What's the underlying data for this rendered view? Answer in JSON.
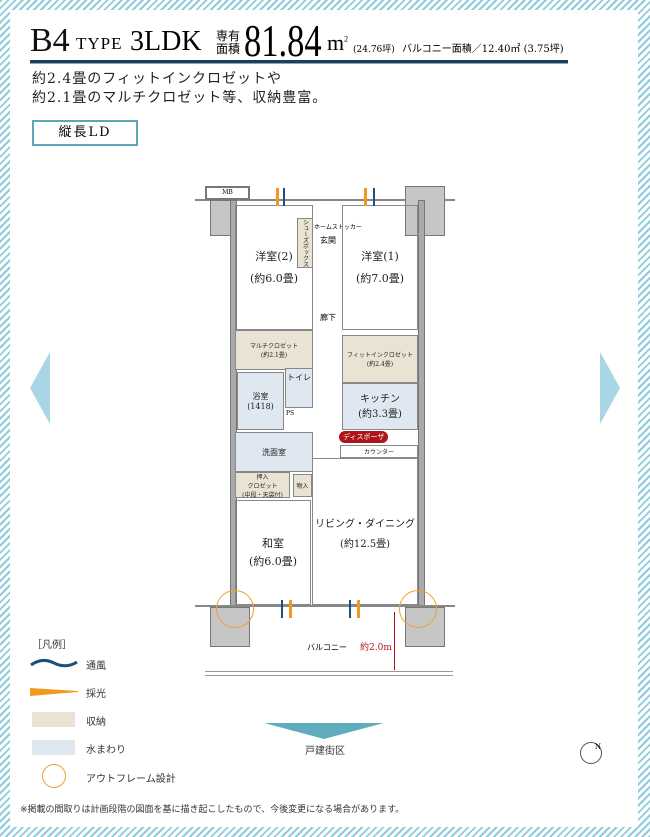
{
  "header": {
    "type_code": "B4",
    "type_word": "TYPE",
    "layout": "3LDK",
    "area_label_1": "専有",
    "area_label_2": "面積",
    "area_value": "81.84",
    "area_unit": "m",
    "area_sup": "2",
    "area_tsubo": "(24.76坪)",
    "balcony": "バルコニー面積／12.40㎡ (3.75坪)"
  },
  "description": [
    "約2.4畳のフィットインクロゼットや",
    "約2.1畳のマルチクロゼット等、収納豊富。"
  ],
  "tag": "縦長LD",
  "nav": {
    "prev": "previous",
    "next": "next"
  },
  "plan": {
    "mb": "MB",
    "genkan": "玄関",
    "shoes": "シューズボックス",
    "home_stocker": "ホームストッカー",
    "room2": "洋室(2)",
    "room2_size": "(約6.0畳)",
    "room1": "洋室(1)",
    "room1_size": "(約7.0畳)",
    "hallway": "廊下",
    "multi": "マルチクロゼット",
    "multi_size": "(約2.1畳)",
    "fitin": "フィットインクロゼット",
    "fitin_size": "(約2.4畳)",
    "toilet": "トイレ",
    "bath": "浴室",
    "bath_size": "(1418)",
    "ps": "PS",
    "washroom": "洗面室",
    "kitchen": "キッチン",
    "kitchen_size": "(約3.3畳)",
    "disposer": "ディスポーザ",
    "counter": "カウンター",
    "oshiire": "押入",
    "oshiire_sub": "クロゼット",
    "oshiire_note": "(中段・天袋付)",
    "storage": "物入",
    "washitsu": "和室",
    "washitsu_size": "(約6.0畳)",
    "ld": "リビング・ダイニング",
    "ld_size": "(約12.5畳)",
    "balcony": "バルコニー",
    "balcony_depth": "約2.0m",
    "street": "戸建街区",
    "compass": "N"
  },
  "legend": {
    "title": "［凡例］",
    "items": [
      {
        "label": "通風",
        "icon": "wave-icon"
      },
      {
        "label": "採光",
        "icon": "light-wedge-icon"
      },
      {
        "label": "収納",
        "color": "#e9e3d3"
      },
      {
        "label": "水まわり",
        "color": "#dfe8f1"
      },
      {
        "label": "アウトフレーム設計",
        "icon": "circle-icon"
      }
    ]
  },
  "footnote": "※掲載の間取りは計画段階の図面を基に描き起こしたもので、今後変更になる場合があります。"
}
